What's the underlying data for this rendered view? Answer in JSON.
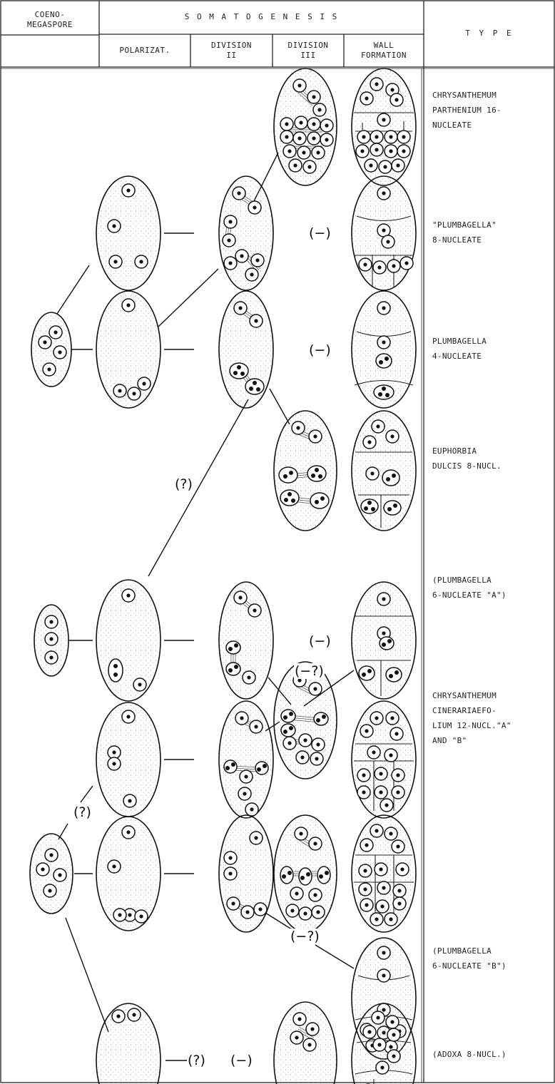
{
  "header": {
    "coeno_megaspore": "COENO-\nMEGASPORE",
    "somatogenesis": "S O M A T O G E N E S I S",
    "polarizat": "POLARIZAT.",
    "division_ii": "DIVISION\nII",
    "division_iii": "DIVISION\nIII",
    "wall_formation": "WALL\nFORMATION",
    "type": "T  Y  P  E"
  },
  "types": [
    "CHRYSANTHEMUM\n PARTHENIUM 16-\n NUCLEATE",
    "\"PLUMBAGELLA\"\n 8-NUCLEATE",
    "PLUMBAGELLA\n 4-NUCLEATE",
    "EUPHORBIA\n  DULCIS 8-NUCL.",
    "(PLUMBAGELLA\n  6-NUCLEATE \"A\")",
    "CHRYSANTHEMUM\n  CINERARIAEFO-\n  LIUM 12-NUCL.\"A\"\n  AND \"B\"",
    "(PLUMBAGELLA\n  6-NUCLEATE \"B\")",
    "(ADOXA 8-NUCL.)"
  ],
  "notes": {
    "n1": "(−)",
    "n2": "(−)",
    "n3": "(?)",
    "n4": "(−)",
    "n5": "(−?)",
    "n6": "(?)",
    "n7": "(−?)",
    "n8": "(?)",
    "n9": "(−)"
  }
}
